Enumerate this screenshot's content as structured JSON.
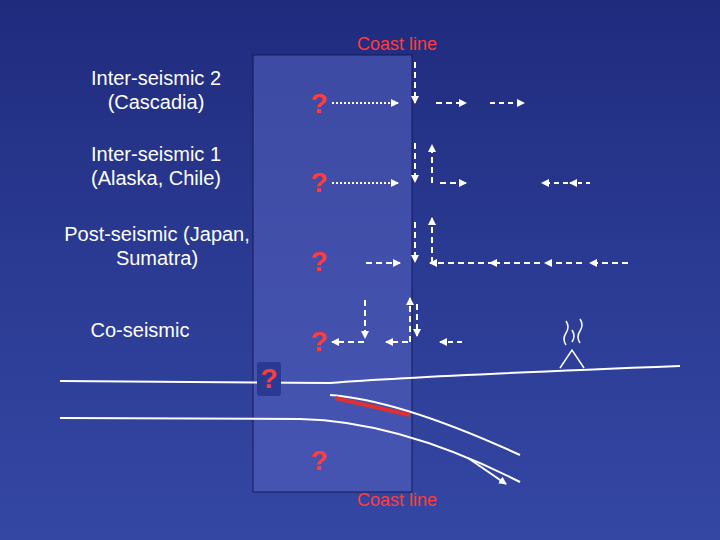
{
  "diagram": {
    "labels": [
      "Coast line",
      "Inter-seismic 2 (Cascadia)",
      "Inter-seismic 1 (Alaska, Chile)",
      "Post-seismic (Japan, Sumatra)",
      "Co-seismic",
      "?",
      "?",
      "?",
      "?",
      "?",
      "?",
      "Coast line"
    ]
  }
}
